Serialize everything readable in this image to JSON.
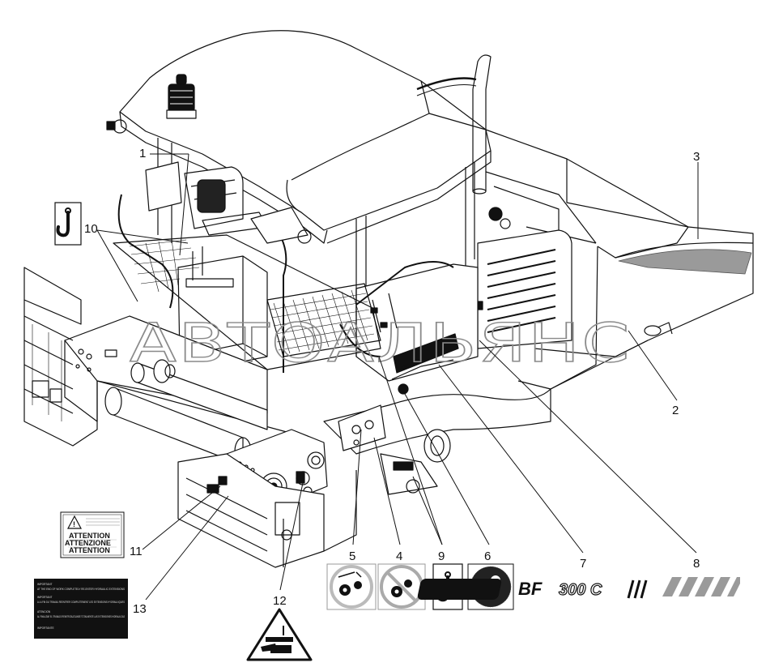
{
  "watermark": "АВТОАЛЬЯНС",
  "callouts": [
    {
      "id": "1",
      "label": "1"
    },
    {
      "id": "2",
      "label": "2"
    },
    {
      "id": "3",
      "label": "3"
    },
    {
      "id": "4",
      "label": "4"
    },
    {
      "id": "5",
      "label": "5"
    },
    {
      "id": "6",
      "label": "6"
    },
    {
      "id": "7",
      "label": "7"
    },
    {
      "id": "8",
      "label": "8"
    },
    {
      "id": "9",
      "label": "9"
    },
    {
      "id": "10",
      "label": "10"
    },
    {
      "id": "11",
      "label": "11"
    },
    {
      "id": "12",
      "label": "12"
    },
    {
      "id": "13",
      "label": "13"
    }
  ],
  "attention_decal": {
    "line1": "ATTENTION",
    "line2": "ATTENZIONE",
    "line3": "ATTENTION"
  },
  "important_decal": {
    "header": "IMPORTANT",
    "line_a": "AT THE END OF WORK COMPLETELY RE-ENTER HYDRAULIC EXTENSIONS",
    "header_b": "IMPORTANT",
    "line_b": "A LA FIN DU TRAVAIL REENTRER COMPLETEMENT LES EXTENSIONS HYDRAULIQUES",
    "header_c": "ATENCION",
    "line_c": "AL FINALIZAR EL TRABAJO REINTRODUZCANSE TOTALMENTE LAS EXTENSIONES HIDRAULICAS",
    "footer": "IMPORTANTE"
  },
  "model_decal": {
    "prefix": "BF",
    "model": "300 C"
  },
  "colors": {
    "line": "#111111",
    "watermark": "#8a8a8a",
    "stripe": "#9a9a9a",
    "decal_dark": "#111111"
  }
}
